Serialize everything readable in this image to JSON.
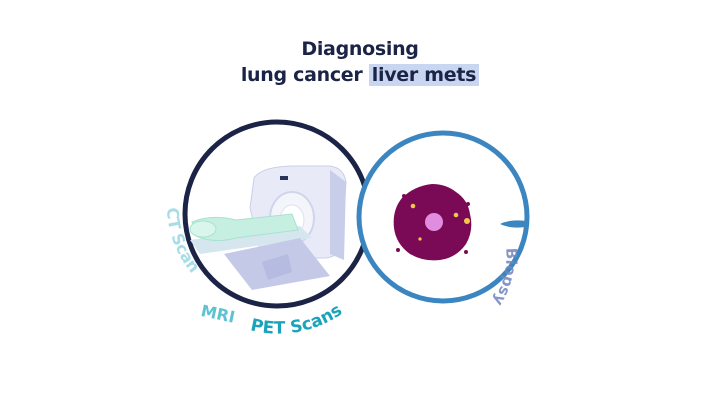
{
  "title": {
    "line1": "Diagnosing",
    "line2_plain": "lung cancer",
    "line2_highlight": "liver mets"
  },
  "labels": {
    "ct_scan": "CT Scan",
    "mri": "MRI",
    "pet_scans": "PET Scans",
    "biopsy": "Biopsy"
  },
  "colors": {
    "navy": "#1b2346",
    "blue_ring": "#3b86c0",
    "label_light": "#a6dde6",
    "label_mid": "#5dc3d3",
    "label_pet": "#1aa4bb",
    "cell": "#7a0a56",
    "nucleus": "#e08de0",
    "highlight": "#c9d6f1"
  }
}
